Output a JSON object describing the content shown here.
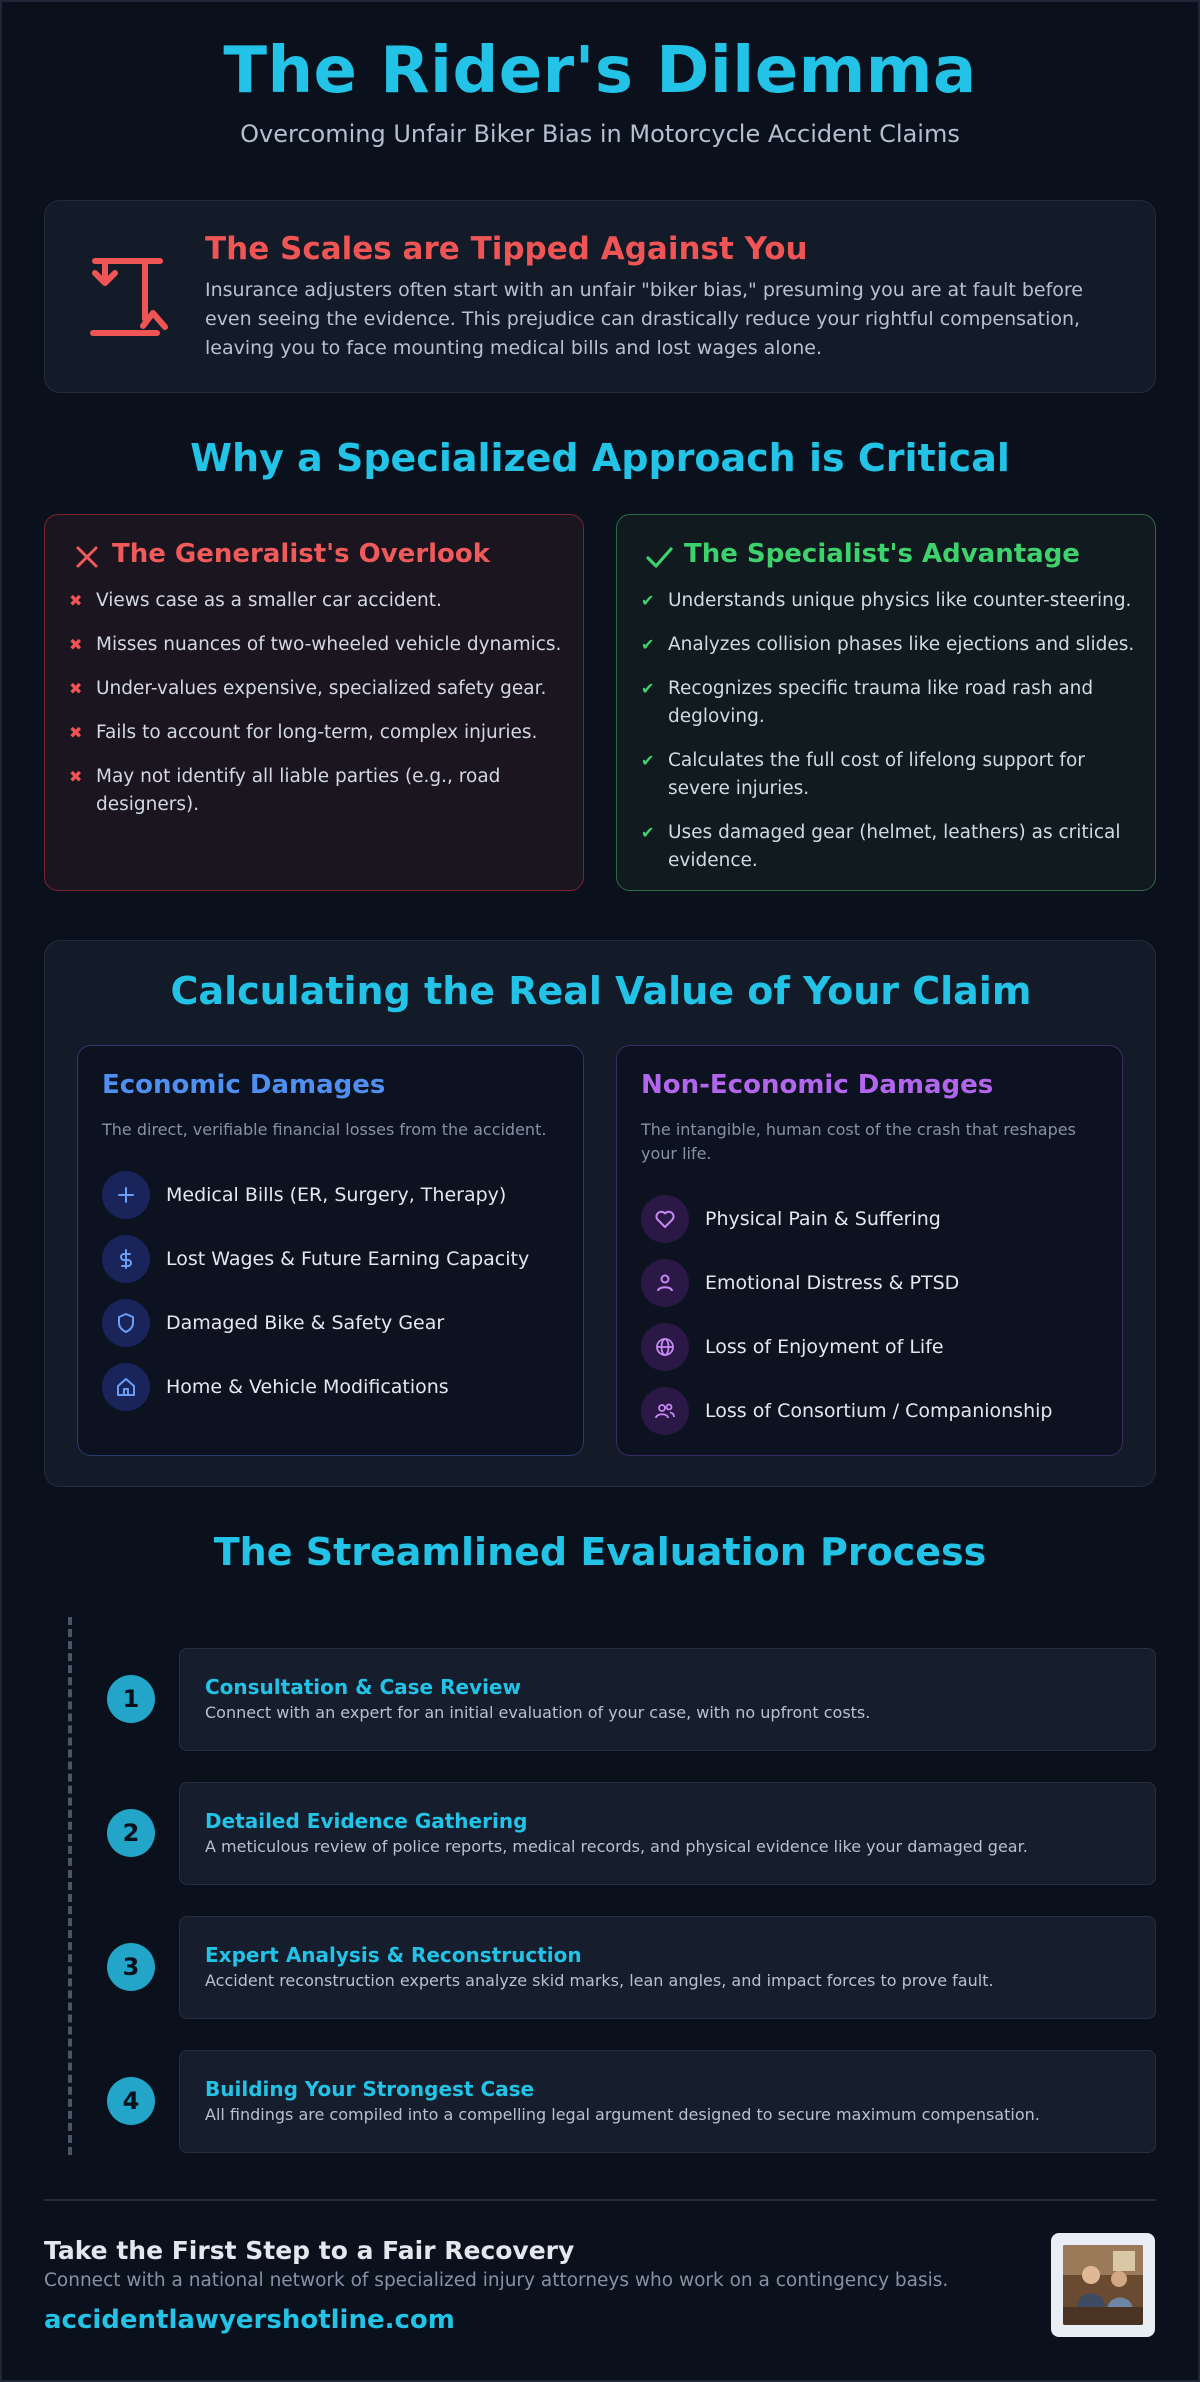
{
  "header": {
    "title": "The Rider's Dilemma",
    "subtitle": "Overcoming Unfair Biker Bias in Motorcycle Accident Claims"
  },
  "bias": {
    "title": "The Scales are Tipped Against You",
    "text": "Insurance adjusters often start with an unfair \"biker bias,\" presuming you are at fault before even seeing the evidence. This prejudice can drastically reduce your rightful compensation, leaving you to face mounting medical bills and lost wages alone.",
    "icon": "tipped-scales-icon",
    "color": "#ef5555"
  },
  "approach": {
    "title": "Why a Specialized Approach is Critical",
    "generalist": {
      "title": "The Generalist's Overlook",
      "marker": "✖",
      "items": [
        "Views case as a smaller car accident.",
        "Misses nuances of two-wheeled vehicle dynamics.",
        "Under-values expensive, specialized safety gear.",
        "Fails to account for long-term, complex injuries.",
        "May not identify all liable parties (e.g., road designers)."
      ]
    },
    "specialist": {
      "title": "The Specialist's Advantage",
      "marker": "✔",
      "items": [
        "Understands unique physics like counter-steering.",
        "Analyzes collision phases like ejections and slides.",
        "Recognizes specific trauma like road rash and degloving.",
        "Calculates the full cost of lifelong support for severe injuries.",
        "Uses damaged gear (helmet, leathers) as critical evidence."
      ]
    }
  },
  "claim_value": {
    "title": "Calculating the Real Value of Your Claim",
    "economic": {
      "title": "Economic Damages",
      "description": "The direct, verifiable financial losses from the accident.",
      "items": [
        {
          "label": "Medical Bills (ER, Surgery, Therapy)",
          "icon": "plus-icon"
        },
        {
          "label": "Lost Wages & Future Earning Capacity",
          "icon": "dollar-icon"
        },
        {
          "label": "Damaged Bike & Safety Gear",
          "icon": "shield-icon"
        },
        {
          "label": "Home & Vehicle Modifications",
          "icon": "home-icon"
        }
      ]
    },
    "non_economic": {
      "title": "Non-Economic Damages",
      "description": "The intangible, human cost of the crash that reshapes your life.",
      "items": [
        {
          "label": "Physical Pain & Suffering",
          "icon": "heart-icon"
        },
        {
          "label": "Emotional Distress & PTSD",
          "icon": "user-icon"
        },
        {
          "label": "Loss of Enjoyment of Life",
          "icon": "globe-icon"
        },
        {
          "label": "Loss of Consortium / Companionship",
          "icon": "users-icon"
        }
      ]
    }
  },
  "process": {
    "title": "The Streamlined Evaluation Process",
    "steps": [
      {
        "num": "1",
        "title": "Consultation & Case Review",
        "text": "Connect with an expert for an initial evaluation of your case, with no upfront costs."
      },
      {
        "num": "2",
        "title": "Detailed Evidence Gathering",
        "text": "A meticulous review of police reports, medical records, and physical evidence like your damaged gear."
      },
      {
        "num": "3",
        "title": "Expert Analysis & Reconstruction",
        "text": "Accident reconstruction experts analyze skid marks, lean angles, and impact forces to prove fault."
      },
      {
        "num": "4",
        "title": "Building Your Strongest Case",
        "text": "All findings are compiled into a compelling legal argument designed to secure maximum compensation."
      }
    ]
  },
  "footer": {
    "title": "Take the First Step to a Fair Recovery",
    "subtitle": "Connect with a national network of specialized injury attorneys who work on a contingency basis.",
    "url": "accidentlawyershotline.com",
    "photo": "consultation-photo"
  },
  "colors": {
    "accent": "#22c3e6",
    "danger": "#ef5555",
    "success": "#3ed26c",
    "economic": "#4f8ff2",
    "non_economic": "#b266ee",
    "background": "#0b111c"
  }
}
